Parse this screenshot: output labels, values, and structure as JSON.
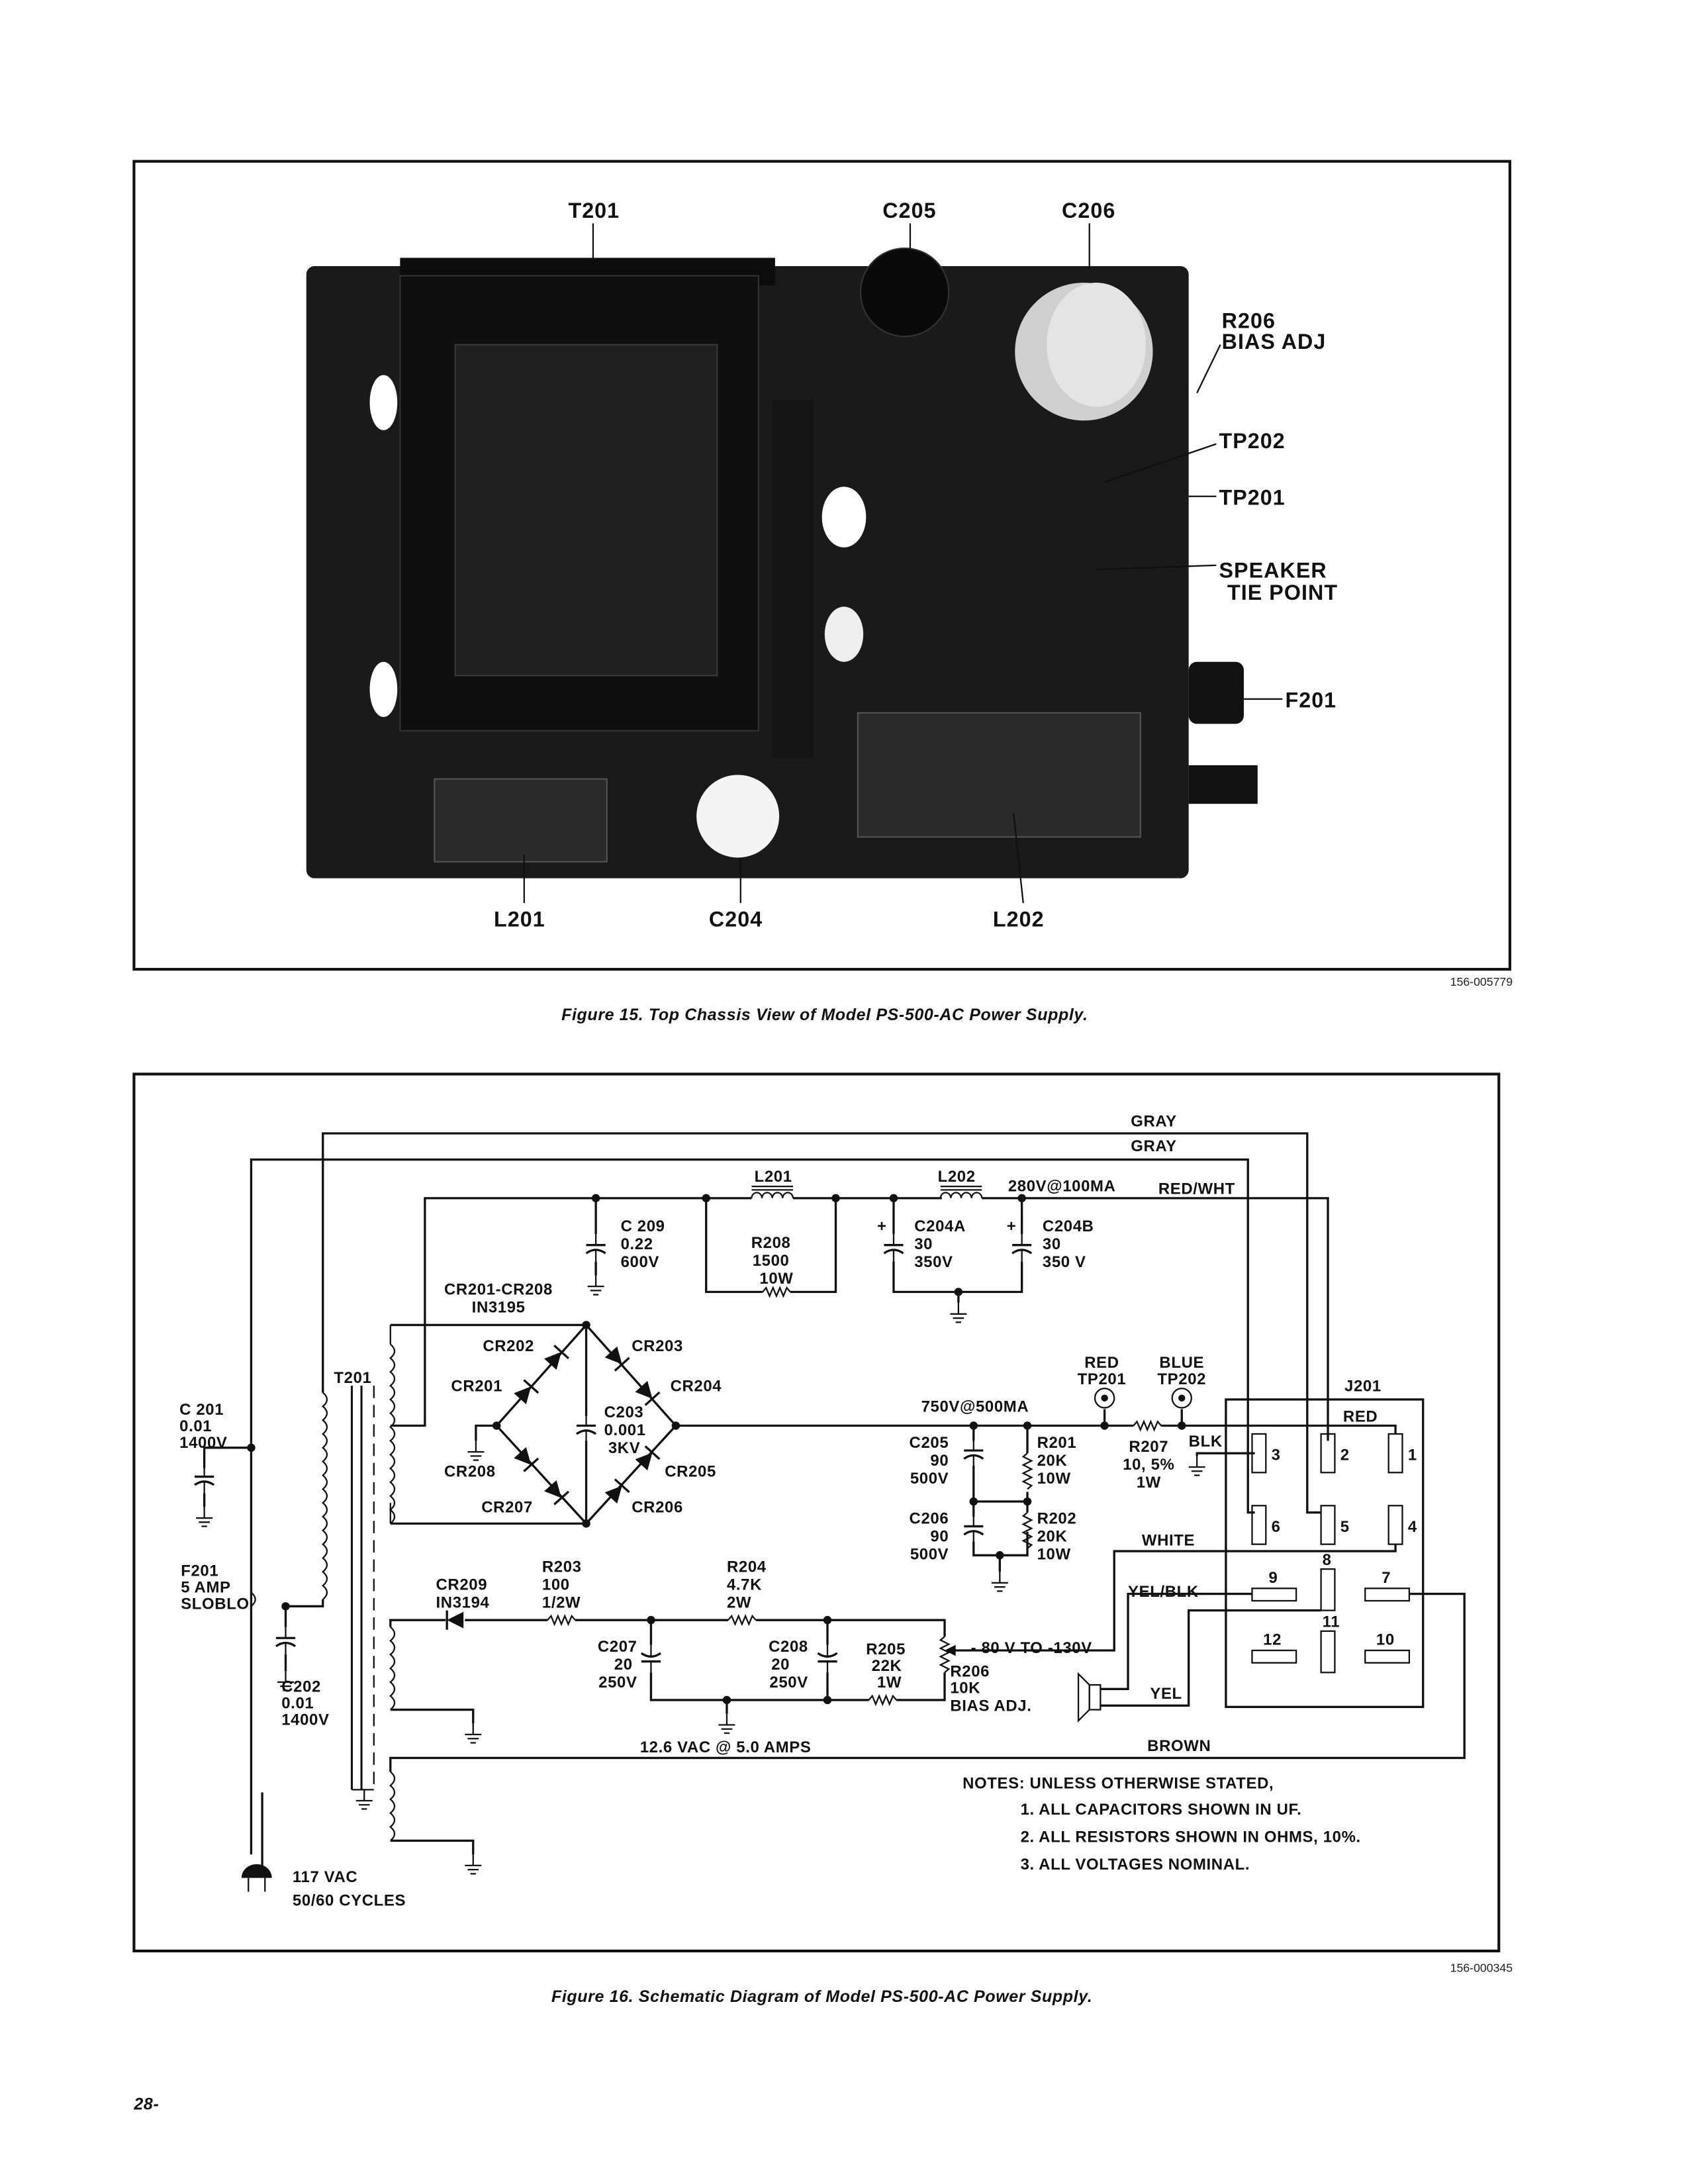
{
  "figure15": {
    "labels": {
      "t201": "T201",
      "c205": "C205",
      "c206": "C206",
      "r206": "R206",
      "bias_adj": "BIAS ADJ",
      "tp202": "TP202",
      "tp201": "TP201",
      "speaker": "SPEAKER",
      "tie_point": "TIE POINT",
      "f201": "F201",
      "l201": "L201",
      "c204": "C204",
      "l202": "L202"
    },
    "code": "156-005779",
    "caption": "Figure 15.  Top Chassis View of Model PS-500-AC Power Supply."
  },
  "figure16": {
    "wires": {
      "gray1": "GRAY",
      "gray2": "GRAY",
      "red_wht": "RED/WHT",
      "white": "WHITE",
      "yel_blk": "YEL/BLK",
      "yel": "YEL",
      "brown": "BROWN",
      "red": "RED",
      "blk": "BLK"
    },
    "l201": "L201",
    "l202": "L202",
    "v280": "280V@100MA",
    "v750": "750V@500MA",
    "c209": [
      "C 209",
      "0.22",
      "600V"
    ],
    "r208": [
      "R208",
      "1500",
      "10W"
    ],
    "c204a": [
      "C204A",
      "30",
      "350V"
    ],
    "c204b": [
      "C204B",
      "30",
      "350 V"
    ],
    "cr_group": [
      "CR201-CR208",
      "IN3195"
    ],
    "cr": {
      "cr201": "CR201",
      "cr202": "CR202",
      "cr203": "CR203",
      "cr204": "CR204",
      "cr205": "CR205",
      "cr206": "CR206",
      "cr207": "CR207",
      "cr208": "CR208"
    },
    "c203": [
      "C203",
      "0.001",
      "3KV"
    ],
    "tp201": [
      "RED",
      "TP201"
    ],
    "tp202": [
      "BLUE",
      "TP202"
    ],
    "r207": [
      "R207",
      "10, 5%",
      "1W"
    ],
    "c205": [
      "C205",
      "90",
      "500V"
    ],
    "c206": [
      "C206",
      "90",
      "500V"
    ],
    "r201": [
      "R201",
      "20K",
      "10W"
    ],
    "r202": [
      "R202",
      "20K",
      "10W"
    ],
    "j201": "J201",
    "pins": [
      "1",
      "2",
      "3",
      "4",
      "5",
      "6",
      "7",
      "8",
      "9",
      "10",
      "11",
      "12"
    ],
    "c201": [
      "C 201",
      "0.01",
      "1400V"
    ],
    "f201": [
      "F201",
      "5 AMP",
      "SLOBLO"
    ],
    "c202": [
      "C202",
      "0.01",
      "1400V"
    ],
    "t201": "T201",
    "cr209": [
      "CR209",
      "IN3194"
    ],
    "r203": [
      "R203",
      "100",
      "1/2W"
    ],
    "r204": [
      "R204",
      "4.7K",
      "2W"
    ],
    "c207": [
      "C207",
      "20",
      "250V"
    ],
    "c208": [
      "C208",
      "20",
      "250V"
    ],
    "r205": [
      "R205",
      "22K",
      "1W"
    ],
    "r206": [
      "R206",
      "10K",
      "BIAS ADJ."
    ],
    "bias_range": "- 80 V TO -130V",
    "filament": "12.6 VAC  @  5.0 AMPS",
    "line_in": [
      "117 VAC",
      "50/60 CYCLES"
    ],
    "notes": [
      "NOTES: UNLESS  OTHERWISE  STATED,",
      "1. ALL  CAPACITORS  SHOWN  IN  UF.",
      "2. ALL  RESISTORS  SHOWN  IN  OHMS,  10%.",
      "3. ALL  VOLTAGES  NOMINAL."
    ],
    "code": "156-000345",
    "caption": "Figure 16.  Schematic Diagram of Model PS-500-AC Power Supply."
  },
  "page_number": "28-"
}
